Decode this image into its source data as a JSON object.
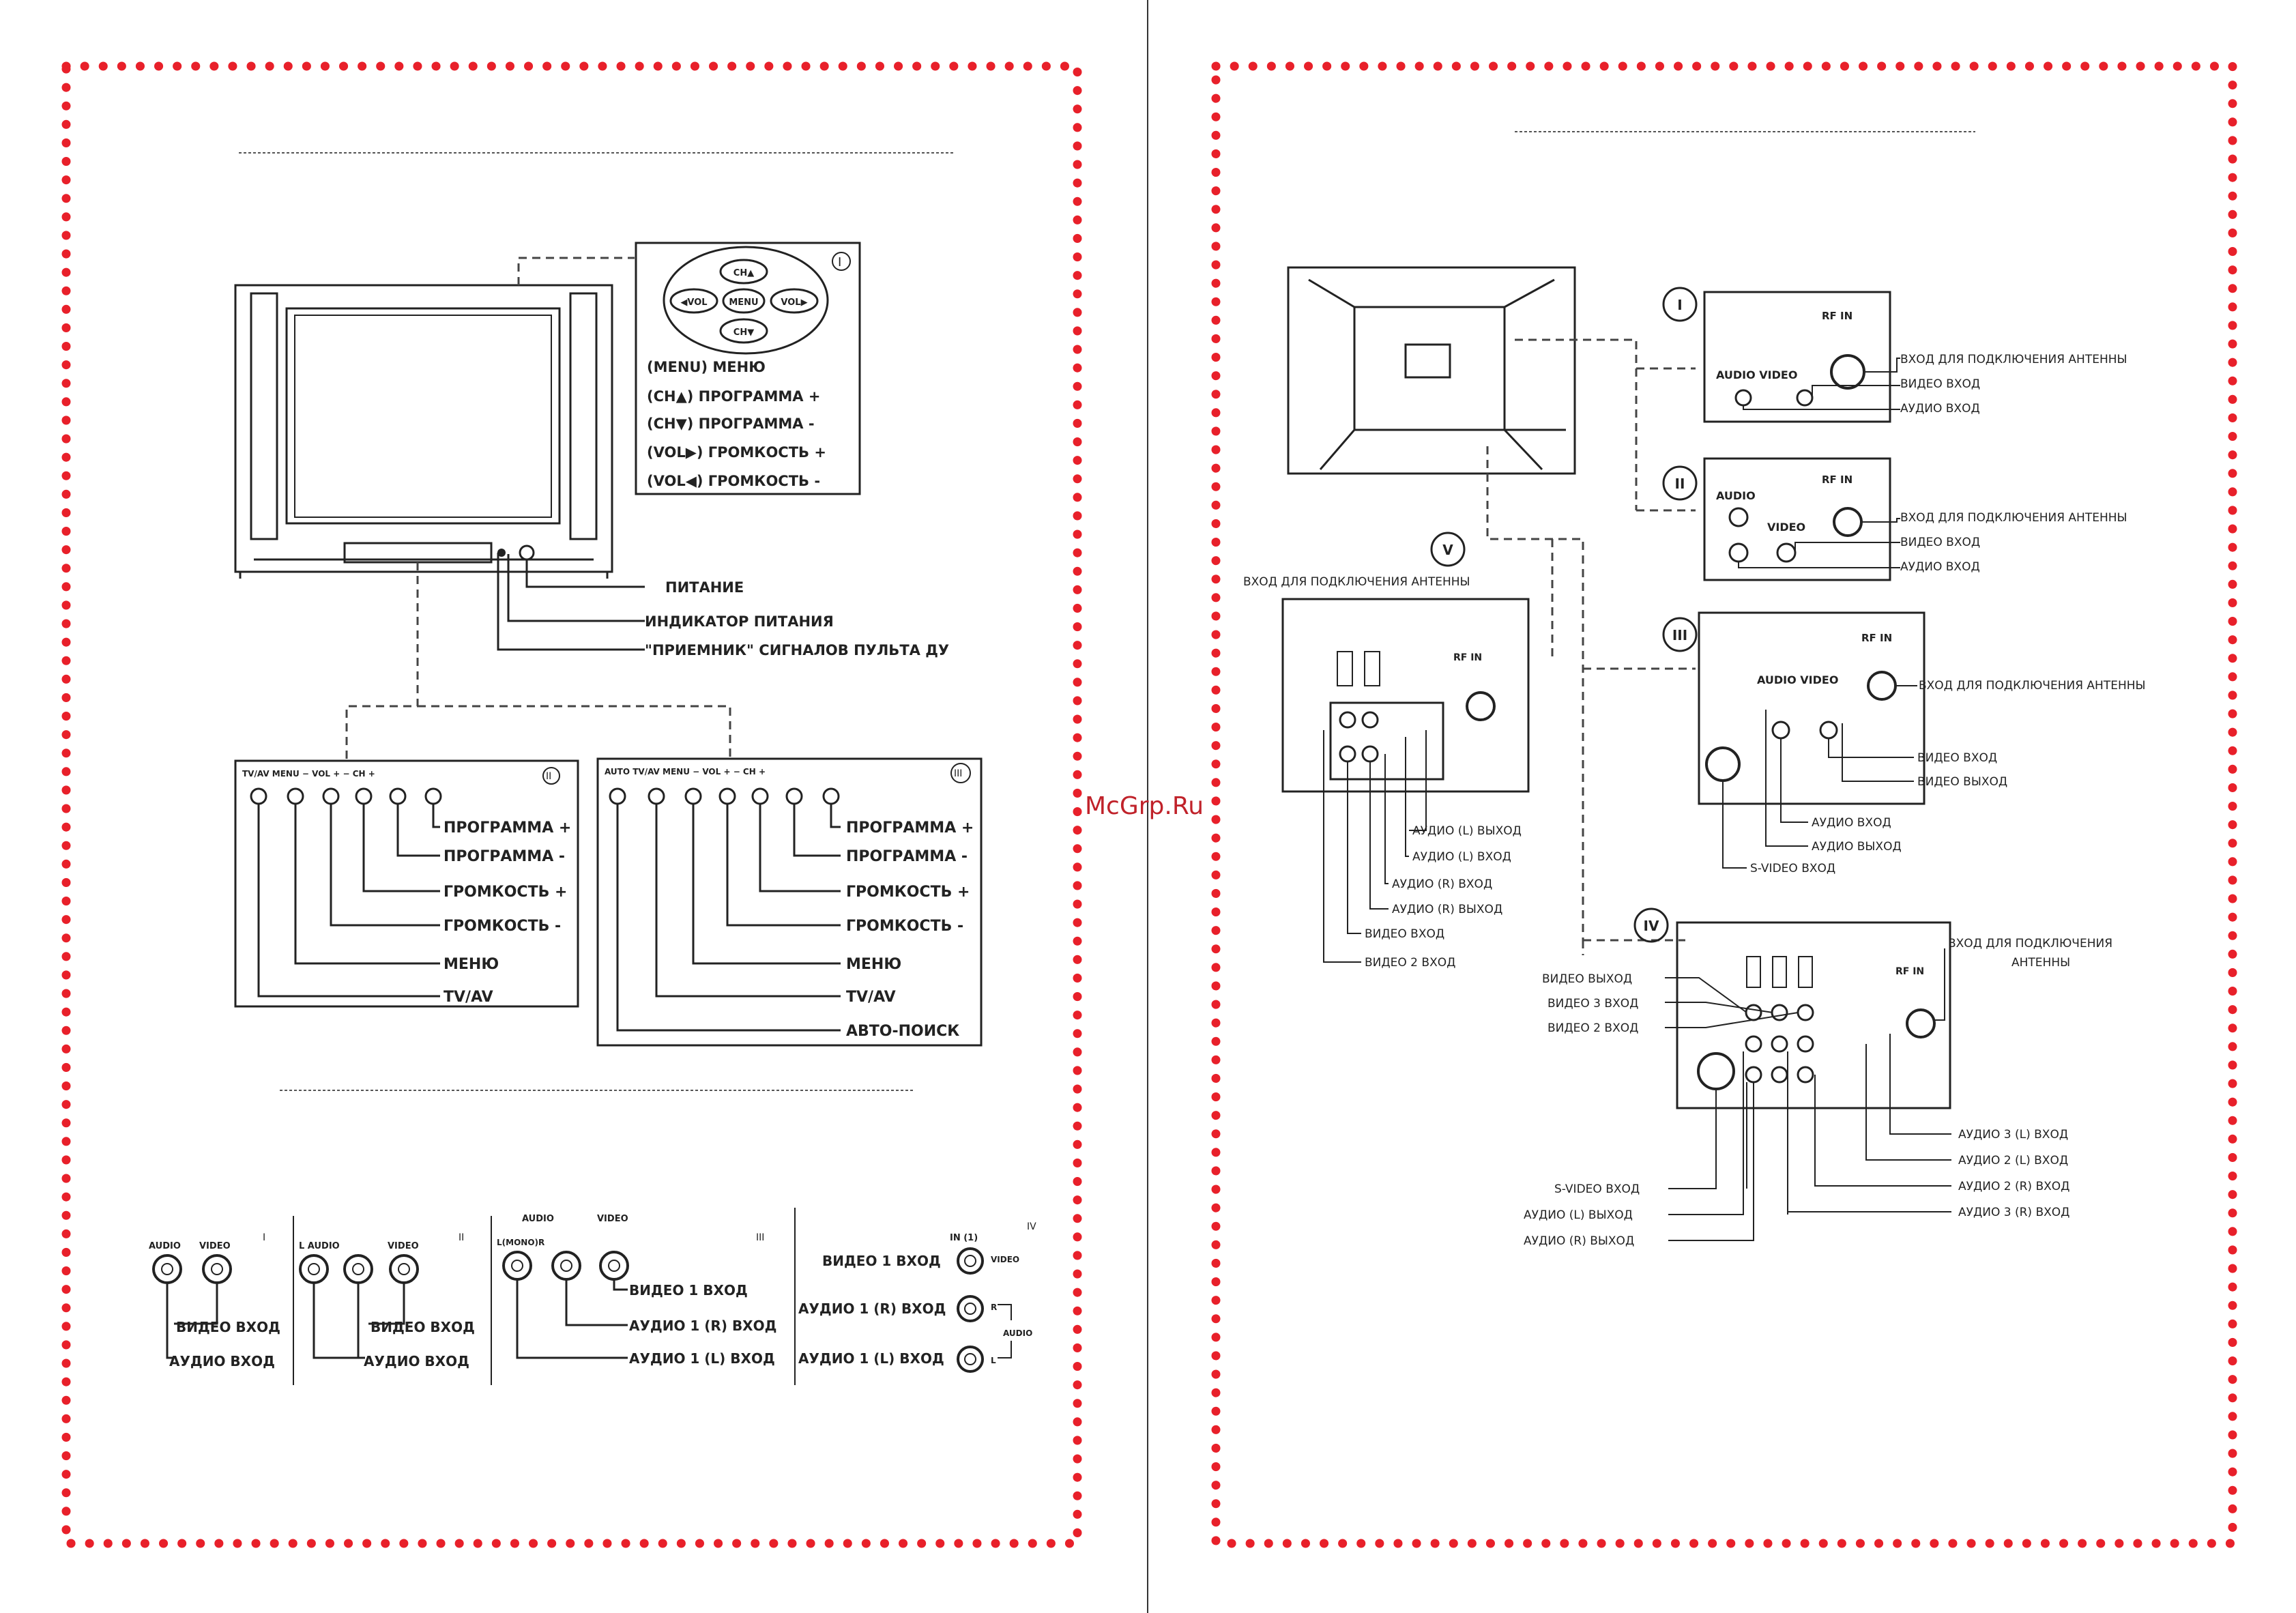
{
  "watermark": "McGrp.Ru",
  "left": {
    "remote": {
      "panel_no": "I",
      "buttons": {
        "ch_up": "CH▲",
        "vol_minus": "◀VOL",
        "menu": "MENU",
        "vol_plus": "VOL▶",
        "ch_down": "CH▼"
      },
      "legend": [
        "(MENU) МЕНЮ",
        "(CH▲) ПРОГРАММА +",
        "(CH▼) ПРОГРАММА -",
        "(VOL▶) ГРОМКОСТЬ +",
        "(VOL◀) ГРОМКОСТЬ -"
      ]
    },
    "tv_labels": [
      "ПИТАНИЕ",
      "ИНДИКАТОР ПИТАНИЯ",
      "\"ПРИЕМНИК\" СИГНАЛОВ ПУЛЬТА ДУ"
    ],
    "panel_a": {
      "no": "II",
      "header": "TV/AV  MENU   − VOL +    − CH +",
      "labels": [
        "ПРОГРАММА +",
        "ПРОГРАММА -",
        "ГРОМКОСТЬ +",
        "ГРОМКОСТЬ -",
        "МЕНЮ",
        "TV/AV"
      ]
    },
    "panel_b": {
      "no": "III",
      "header": "AUTO  TV/AV  MENU  − VOL +   − CH +",
      "labels": [
        "ПРОГРАММА +",
        "ПРОГРАММА -",
        "ГРОМКОСТЬ +",
        "ГРОМКОСТЬ -",
        "МЕНЮ",
        "TV/AV",
        "АВТО-ПОИСК"
      ]
    },
    "front_av": [
      {
        "no": "I",
        "tops": [
          "AUDIO",
          "VIDEO"
        ],
        "labels": [
          "ВИДЕО ВХОД",
          "АУДИО ВХОД"
        ]
      },
      {
        "no": "II",
        "tops": [
          "L AUDIO",
          "VIDEO"
        ],
        "labels": [
          "ВИДЕО ВХОД",
          "АУДИО ВХОД"
        ]
      },
      {
        "no": "III",
        "tops": [
          "AUDIO",
          "L(MONO)R",
          "VIDEO"
        ],
        "labels": [
          "ВИДЕО 1 ВХОД",
          "АУДИО 1 (R) ВХОД",
          "АУДИО 1 (L) ВХОД"
        ]
      },
      {
        "no": "IV",
        "tops": [
          "IN (1)",
          "VIDEO",
          "R",
          "AUDIO",
          "L"
        ],
        "labels": [
          "ВИДЕО 1 ВХОД",
          "АУДИО 1 (R) ВХОД",
          "АУДИО 1 (L) ВХОД"
        ]
      }
    ]
  },
  "right": {
    "rf": "RF IN",
    "antenna": "ВХОД ДЛЯ ПОДКЛЮЧЕНИЯ АНТЕННЫ",
    "antenna_l1": "ВХОД ДЛЯ ПОДКЛЮЧЕНИЯ",
    "antenna_l2": "АНТЕННЫ",
    "p1": {
      "no": "I",
      "tops": "AUDIO  VIDEO",
      "labels": [
        "ВИДЕО ВХОД",
        "АУДИО ВХОД"
      ]
    },
    "p2": {
      "no": "II",
      "audio": "AUDIO",
      "video": "VIDEO",
      "labels": [
        "ВИДЕО ВХОД",
        "АУДИО ВХОД"
      ]
    },
    "p3": {
      "no": "III",
      "tops": "AUDIO VIDEO",
      "labels": [
        "ВИДЕО ВХОД",
        "ВИДЕО ВЫХОД",
        "АУДИО ВХОД",
        "АУДИО ВЫХОД",
        "S-VIDEO ВХОД"
      ]
    },
    "p4": {
      "no": "IV",
      "left_labels": [
        "ВИДЕО ВЫХОД",
        "ВИДЕО 3 ВХОД",
        "ВИДЕО 2 ВХОД"
      ],
      "bottom_left": [
        "S-VIDEO ВХОД",
        "АУДИО (L) ВЫХОД",
        "АУДИО (R) ВЫХОД"
      ],
      "bottom_right": [
        "АУДИО 3 (L) ВХОД",
        "АУДИО 2 (L) ВХОД",
        "АУДИО 2 (R) ВХОД",
        "АУДИО 3 (R) ВХОД"
      ]
    },
    "p5": {
      "no": "V",
      "labels": [
        "АУДИО (L) ВЫХОД",
        "АУДИО (L) ВХОД",
        "АУДИО (R) ВХОД",
        "АУДИО (R) ВЫХОД",
        "ВИДЕО ВХОД",
        "ВИДЕО 2 ВХОД"
      ]
    }
  }
}
